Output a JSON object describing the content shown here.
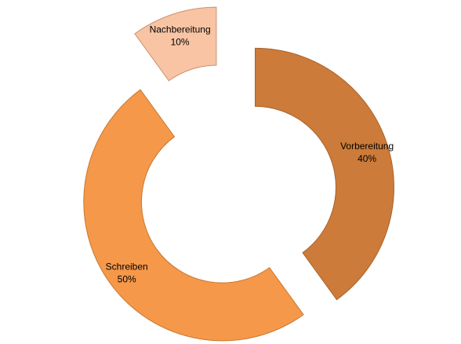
{
  "chart_data": {
    "type": "pie",
    "variant": "exploded-doughnut",
    "title": "",
    "legend": "none",
    "categories": [
      "Vorbereitung",
      "Schreiben",
      "Nachbereitung"
    ],
    "values": [
      40,
      50,
      10
    ],
    "value_labels": [
      "40%",
      "50%",
      "10%"
    ],
    "colors": [
      "#CC7B3A",
      "#F5984A",
      "#F8C4A4"
    ],
    "stroke_colors": [
      "#A9622B",
      "#C9782F",
      "#C9926D"
    ]
  }
}
